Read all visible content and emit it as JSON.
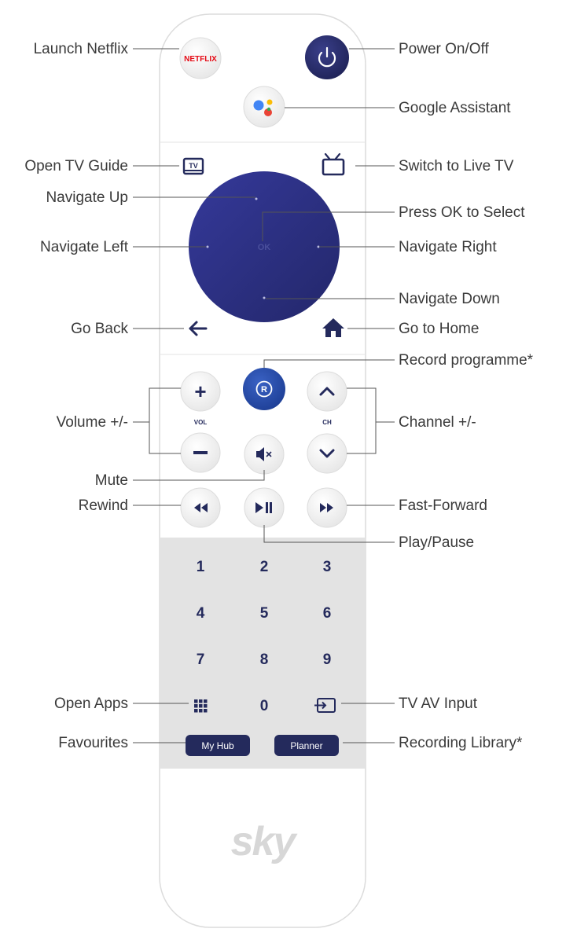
{
  "labels": {
    "launch_netflix": "Launch Netflix",
    "power": "Power On/Off",
    "google_assistant": "Google Assistant",
    "open_tv_guide": "Open TV Guide",
    "switch_live_tv": "Switch to Live TV",
    "navigate_up": "Navigate Up",
    "press_ok": "Press OK to Select",
    "navigate_left": "Navigate Left",
    "navigate_right": "Navigate Right",
    "navigate_down": "Navigate Down",
    "go_back": "Go Back",
    "go_home": "Go to Home",
    "record": "Record programme*",
    "volume": "Volume +/-",
    "channel": "Channel +/-",
    "mute": "Mute",
    "rewind": "Rewind",
    "fast_forward": "Fast-Forward",
    "play_pause": "Play/Pause",
    "open_apps": "Open Apps",
    "tv_av_input": "TV AV Input",
    "favourites": "Favourites",
    "recording_library": "Recording Library*"
  },
  "buttons": {
    "netflix": "NETFLIX",
    "tv_guide": "TV",
    "ok": "OK",
    "record": "R",
    "vol": "VOL",
    "ch": "CH",
    "plus": "+",
    "minus": "−",
    "my_hub": "My Hub",
    "planner": "Planner",
    "digits": [
      "1",
      "2",
      "3",
      "4",
      "5",
      "6",
      "7",
      "8",
      "9",
      "0"
    ]
  },
  "brand": {
    "logo": "sky"
  },
  "colors": {
    "navy": "#242a5c",
    "dpad": "#2e3280",
    "record_blue": "#2447a3",
    "keypad_bg": "#e3e3e3",
    "netflix_red": "#e50914"
  },
  "icons": {
    "power": "power-icon",
    "assistant": "google-assistant-icon",
    "tv_guide": "tv-guide-icon",
    "live_tv": "live-tv-icon",
    "back": "arrow-left-icon",
    "home": "home-icon",
    "mute": "mute-icon",
    "rewind": "rewind-icon",
    "play_pause": "play-pause-icon",
    "fast_forward": "fast-forward-icon",
    "apps": "apps-grid-icon",
    "av_input": "av-input-icon"
  }
}
